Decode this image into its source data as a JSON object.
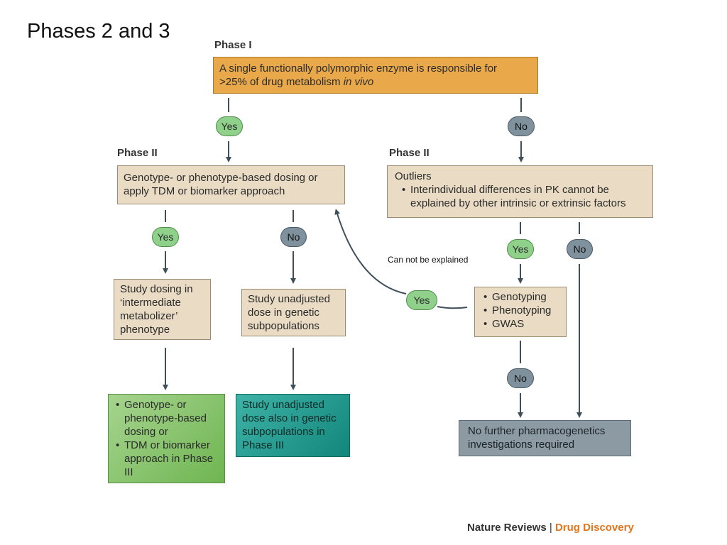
{
  "slide_title": "Phases 2 and 3",
  "phase1": {
    "label": "Phase I",
    "question_line1": "A single functionally polymorphic enzyme is responsible for",
    "question_line2_prefix": ">25% of drug metabolism ",
    "question_line2_italic": "in vivo"
  },
  "left_branch": {
    "yes_label": "Yes",
    "phase_label": "Phase II",
    "dosing_box": "Genotype- or phenotype-based dosing or apply TDM or biomarker approach",
    "yes2_label": "Yes",
    "no2_label": "No",
    "intermediate_box": "Study dosing in ‘intermediate metabolizer’ phenotype",
    "unadjusted_box": "Study unadjusted dose in genetic subpopulations",
    "phase3_green": {
      "items": [
        "Genotype- or phenotype-based dosing or",
        "TDM or biomarker approach in Phase III"
      ]
    },
    "phase3_teal": "Study unadjusted dose also in genetic subpopulations in Phase III"
  },
  "right_branch": {
    "no_label": "No",
    "phase_label": "Phase II",
    "outliers_title": "Outliers",
    "outliers_item": "Interindividual differences in PK cannot be explained by other intrinsic or extrinsic factors",
    "yes3_label": "Yes",
    "no3_label": "No",
    "genotyping_items": [
      "Genotyping",
      "Phenotyping",
      "GWAS"
    ],
    "yes4_label": "Yes",
    "no4_label": "No",
    "final_box": "No further pharmacogenetics investigations required",
    "annotation": "Can not be explained"
  },
  "credit": {
    "journal": "Nature Reviews",
    "separator": " | ",
    "section": "Drug Discovery"
  },
  "colors": {
    "arrow": "#3e4f5a",
    "yes_fill": "#8fd08a",
    "no_fill": "#7f919c",
    "question_box": "#e9a94a",
    "tan_box": "#eadcc4"
  }
}
